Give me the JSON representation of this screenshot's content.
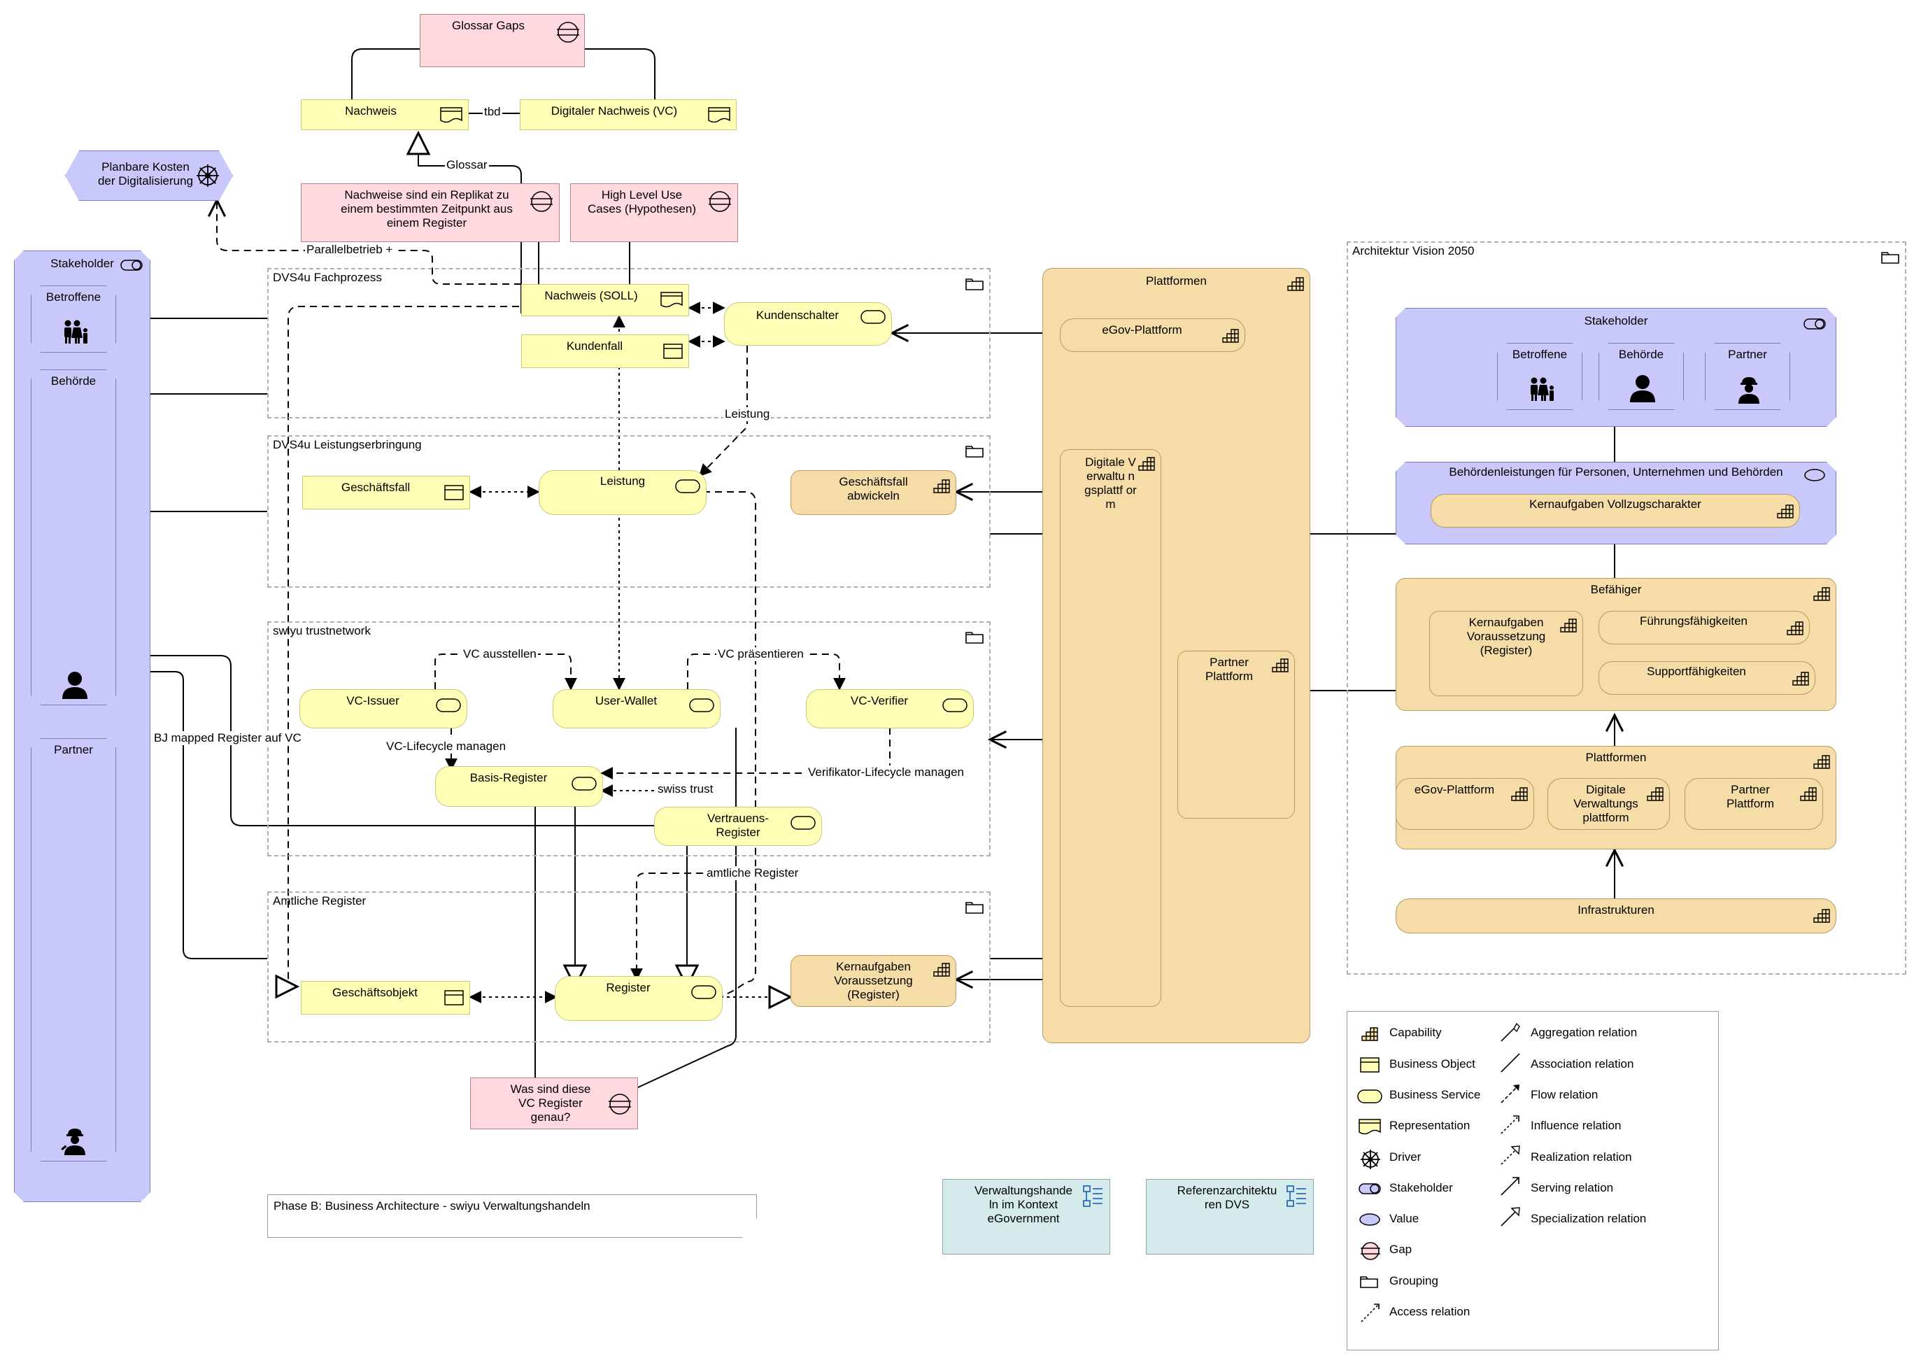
{
  "title_box": "Phase B: Business Architecture - swiyu Verwaltungshandeln",
  "top": {
    "glossar_gaps": "Glossar Gaps",
    "nachweis": "Nachweis",
    "digitaler_nachweis": "Digitaler Nachweis (VC)",
    "tbd": "tbd",
    "glossar": "Glossar",
    "planbare_kosten": "Planbare Kosten der Digitalisierung",
    "nachweise_replikat": "Nachweise sind ein Replikat zu einem bestimmten Zeitpunkt aus einem Register",
    "high_level": "High Level Use Cases (Hypothesen)",
    "parallelbetrieb": "Parallelbetrieb +"
  },
  "left_stakeholder": {
    "title": "Stakeholder",
    "betroffene": "Betroffene",
    "behoerde": "Behörde",
    "partner": "Partner",
    "bj_mapped": "BJ mapped Register auf VC"
  },
  "groups": {
    "fachprozess": "DVS4u Fachprozess",
    "leistungserbringung": "DVS4u Leistungserbringung",
    "trustnetwork": "swiyu trustnetwork",
    "amtliche": "Amtliche Register",
    "plattformen": "Plattformen",
    "vision": "Architektur Vision 2050"
  },
  "elements": {
    "nachweis_soll": "Nachweis (SOLL)",
    "kundenfall": "Kundenfall",
    "kundenschalter": "Kundenschalter",
    "leistung_edge": "Leistung",
    "geschaeftsfall": "Geschäftsfall",
    "leistung": "Leistung",
    "geschaeftsfall_abwickeln": "Geschäftsfall abwickeln",
    "vc_ausstellen": "VC ausstellen",
    "vc_praesentieren": "VC präsentieren",
    "vc_issuer": "VC-Issuer",
    "user_wallet": "User-Wallet",
    "vc_verifier": "VC-Verifier",
    "vc_lifecycle": "VC-Lifecycle managen",
    "verifikator_lifecycle": "Verifikator-Lifecycle managen",
    "basis_register": "Basis-Register",
    "swiss_trust": "swiss trust",
    "vertrauens_register": "Vertrauens-Register",
    "amtliche_register_edge": "amtliche Register",
    "geschaeftsobjekt": "Geschäftsobjekt",
    "register": "Register",
    "kernaufgaben_voraussetzung": "Kernaufgaben Voraussetzung (Register)",
    "was_sind": "Was sind diese VC Register genau?"
  },
  "plattformen": {
    "egov": "eGov-Plattform",
    "digitale": "Digitale Verwaltu ngsplattf orm",
    "partner": "Partner Plattform"
  },
  "vision": {
    "stakeholder": "Stakeholder",
    "betroffene": "Betroffene",
    "behoerde": "Behörde",
    "partner": "Partner",
    "behoerdenleistungen": "Behördenleistungen für Personen, Unternehmen und Behörden",
    "kernaufgaben_vollzug": "Kernaufgaben Vollzugscharakter",
    "befaehiger": "Befähiger",
    "kernaufgaben_voraussetzung": "Kernaufgaben Voraussetzung (Register)",
    "fuehrung": "Führungsfähigkeiten",
    "support": "Supportfähigkeiten",
    "plattformen": "Plattformen",
    "egov": "eGov-Plattform",
    "digitale": "Digitale Verwaltungs plattform",
    "partner_pl": "Partner Plattform",
    "infrastrukturen": "Infrastrukturen"
  },
  "views": {
    "verwaltungshandeln": "Verwaltungshande ln im Kontext eGovernment",
    "referenzarchitektur": "Referenzarchitektu ren DVS"
  },
  "legend": {
    "left": [
      "Capability",
      "Business Object",
      "Business Service",
      "Representation",
      "Driver",
      "Stakeholder",
      "Value",
      "Gap",
      "Grouping",
      "Access relation"
    ],
    "right": [
      "Aggregation relation",
      "Association relation",
      "Flow relation",
      "Influence relation",
      "Realization relation",
      "Serving relation",
      "Specialization relation"
    ]
  }
}
